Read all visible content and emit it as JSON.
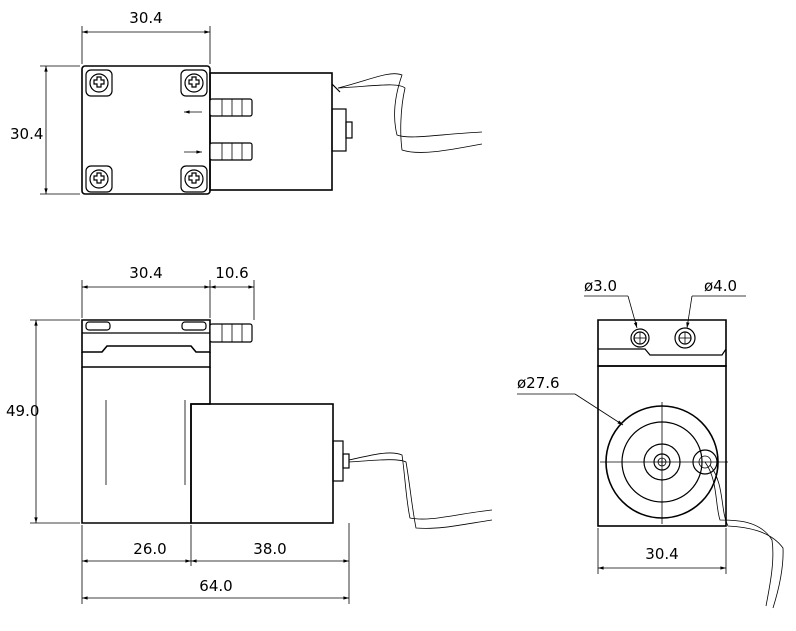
{
  "diagram": {
    "top_view": {
      "width_label": "30.4",
      "height_label": "30.4"
    },
    "side_view": {
      "head_width_label": "30.4",
      "nozzle_length_label": "10.6",
      "height_label": "49.0",
      "head_length_label": "26.0",
      "motor_length_label": "38.0",
      "total_length_label": "64.0"
    },
    "end_view": {
      "hole_small_label": "ø3.0",
      "hole_large_label": "ø4.0",
      "motor_diameter_label": "ø27.6",
      "width_label": "30.4"
    }
  }
}
